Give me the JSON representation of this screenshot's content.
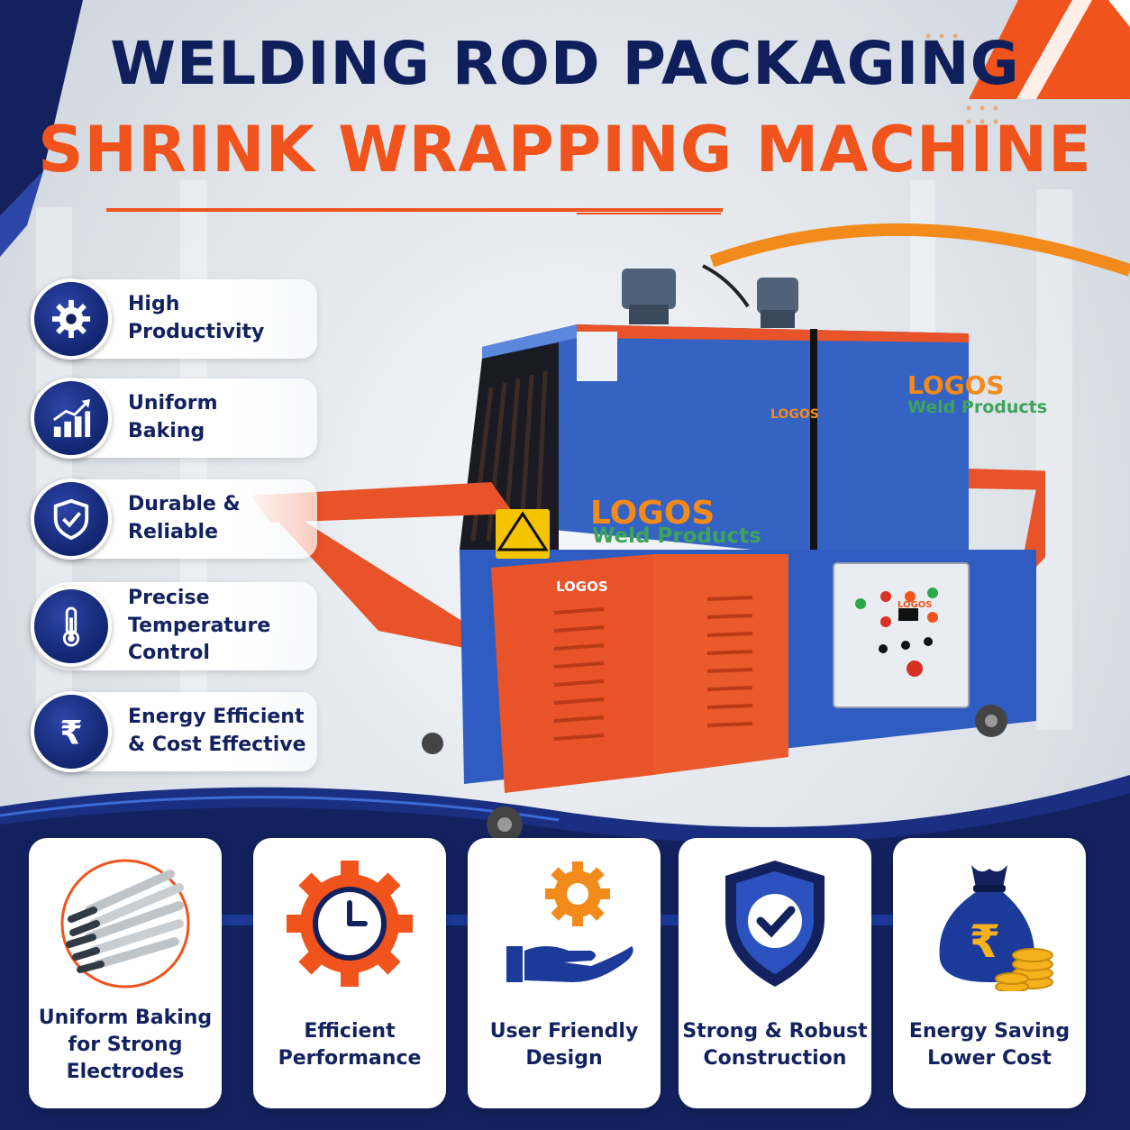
{
  "headline": {
    "line1": "WELDING ROD PACKAGING",
    "line2": "SHRINK WRAPPING MACHINE"
  },
  "colors": {
    "navy": "#13225f",
    "orange": "#f0541c",
    "machine_blue": "#3a69c9",
    "panel_orange": "#e8532a"
  },
  "features": [
    {
      "icon": "gear-icon",
      "label": "High\nProductivity"
    },
    {
      "icon": "growth-chart-icon",
      "label": "Uniform\nBaking"
    },
    {
      "icon": "shield-check-icon",
      "label": "Durable &\nReliable"
    },
    {
      "icon": "thermometer-icon",
      "label": "Precise\nTemperature\nControl"
    },
    {
      "icon": "rupee-icon",
      "label": "Energy Efficient\n& Cost Effective"
    }
  ],
  "machine": {
    "brand_large_line1": "LOGOS",
    "brand_large_line2": "Weld Products",
    "brand_small": "LOGOS"
  },
  "cards": [
    {
      "icon": "welding-rods-icon",
      "label": "Uniform Baking\nfor Strong\nElectrodes"
    },
    {
      "icon": "gear-clock-icon",
      "label": "Efficient\nPerformance"
    },
    {
      "icon": "hand-gear-icon",
      "label": "User Friendly\nDesign"
    },
    {
      "icon": "shield-check-icon",
      "label": "Strong & Robust\nConstruction"
    },
    {
      "icon": "money-bag-icon",
      "label": "Energy Saving\nLower Cost"
    }
  ]
}
